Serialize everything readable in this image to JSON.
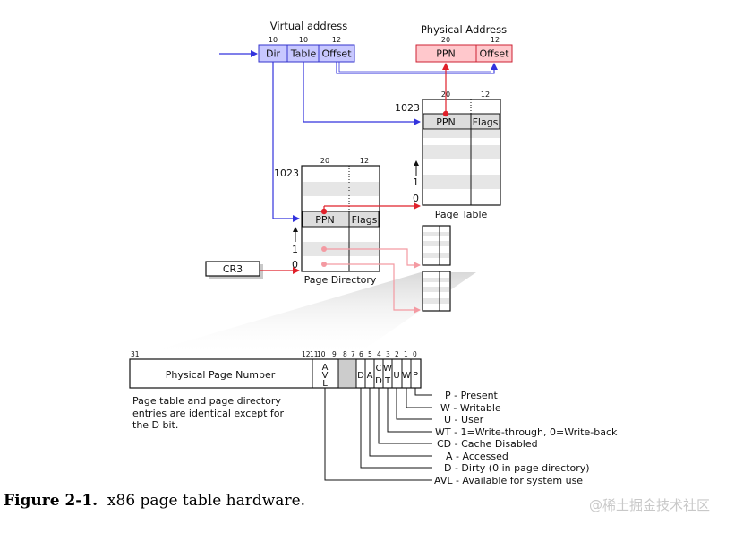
{
  "virtual_address": {
    "title": "Virtual address",
    "fields": [
      {
        "bits": "10",
        "label": "Dir"
      },
      {
        "bits": "10",
        "label": "Table"
      },
      {
        "bits": "12",
        "label": "Offset"
      }
    ]
  },
  "physical_address": {
    "title": "Physical Address",
    "fields": [
      {
        "bits": "20",
        "label": "PPN"
      },
      {
        "bits": "12",
        "label": "Offset"
      }
    ]
  },
  "page_table": {
    "title": "Page Table",
    "bits": [
      "20",
      "12"
    ],
    "top_index": "1023",
    "indices": [
      "1",
      "0"
    ],
    "ppn": "PPN",
    "flags": "Flags"
  },
  "page_directory": {
    "title": "Page Directory",
    "bits": [
      "20",
      "12"
    ],
    "top_index": "1023",
    "indices": [
      "1",
      "0"
    ],
    "ppn": "PPN",
    "flags": "Flags"
  },
  "cr3": "CR3",
  "entry": {
    "bit_labels": {
      "b31": "31",
      "b12": "12",
      "b11": "11",
      "b10": "10",
      "b9": "9",
      "b8": "8",
      "b7": "7",
      "b6": "6",
      "b5": "5",
      "b4": "4",
      "b3": "3",
      "b2": "2",
      "b1": "1",
      "b0": "0"
    },
    "ppn_label": "Physical Page Number",
    "avl": [
      "A",
      "V",
      "L"
    ],
    "d": "D",
    "a": "A",
    "cd": [
      "C",
      "D"
    ],
    "wt": [
      "W",
      "T"
    ],
    "u": "U",
    "w": "W",
    "p": "P"
  },
  "legend": [
    "P - Present",
    "W - Writable",
    "U - User",
    "WT - 1=Write-through, 0=Write-back",
    "CD - Cache Disabled",
    "A - Accessed",
    "D - Dirty (0 in page directory)",
    "AVL - Available for system use"
  ],
  "note": [
    "Page table and page directory",
    "entries are identical except for",
    "the D bit."
  ],
  "caption": {
    "number": "Figure 2-1.",
    "text": "x86 page table hardware."
  },
  "watermark": "@稀土掘金技术社区",
  "colors": {
    "virtual": "#c8c8ff",
    "virtual_border": "#3333cc",
    "physical": "#ffc8cc",
    "physical_border": "#cc2233",
    "blue_arrow": "#3333dd",
    "red_arrow": "#e0202a",
    "pink_arrow": "#f49aa2",
    "stripe": "#e6e6e6",
    "header_row": "#dddddd"
  }
}
